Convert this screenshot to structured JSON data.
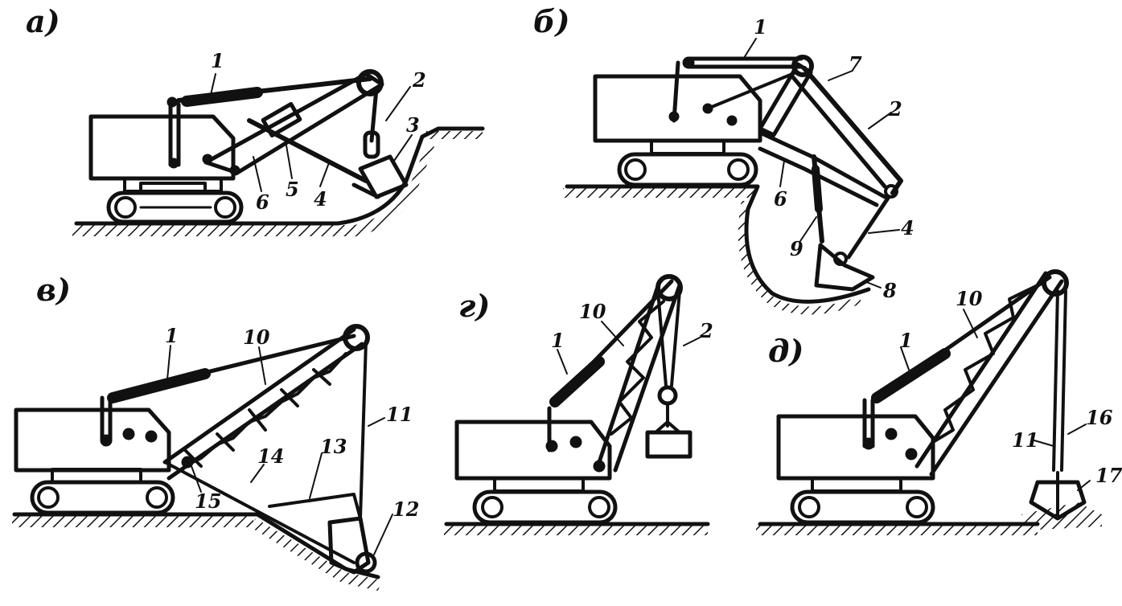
{
  "panels": {
    "a": {
      "label": "а)",
      "callouts": [
        "1",
        "2",
        "3",
        "4",
        "5",
        "6"
      ]
    },
    "b": {
      "label": "б)",
      "callouts": [
        "1",
        "7",
        "2",
        "6",
        "4",
        "9",
        "8"
      ]
    },
    "v": {
      "label": "в)",
      "callouts": [
        "1",
        "10",
        "11",
        "14",
        "13",
        "15",
        "12"
      ]
    },
    "g": {
      "label": "г)",
      "callouts": [
        "1",
        "10",
        "2"
      ]
    },
    "d": {
      "label": "д)",
      "callouts": [
        "1",
        "10",
        "11",
        "16",
        "17"
      ]
    }
  },
  "colors": {
    "ink": "#111111",
    "background": "#ffffff"
  }
}
